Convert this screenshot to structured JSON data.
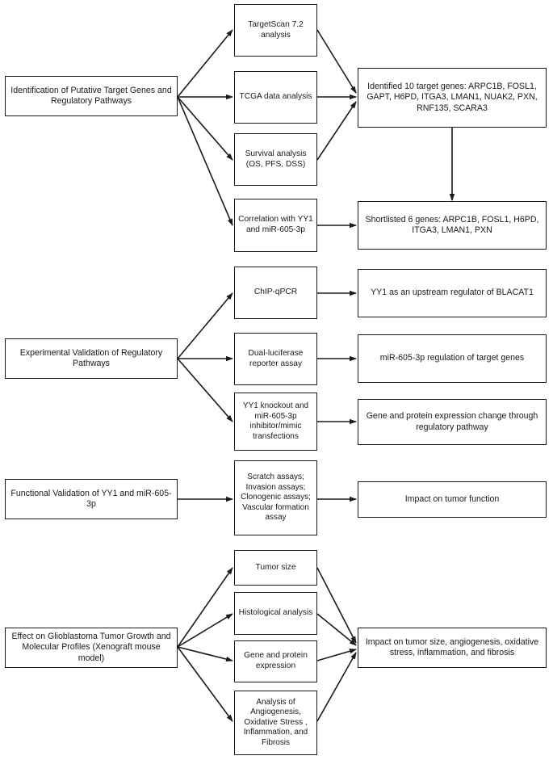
{
  "diagram": {
    "title": "Study workflow flowchart",
    "background_color": "#ffffff",
    "line_color": "#1a1a1a",
    "text_color": "#191919"
  },
  "nodes": {
    "stage1": "Identification of Putative Target Genes and Regulatory Pathways",
    "targetscan": "TargetScan 7.2 analysis",
    "tcga": "TCGA data analysis",
    "survival": "Survival analysis (OS, PFS, DSS)",
    "correlation": "Correlation with YY1 and miR-605-3p",
    "identified10": "Identified 10 target genes: ARPC1B, FOSL1, GAPT, H6PD, ITGA3, LMAN1, NUAK2, PXN, RNF135, SCARA3",
    "shortlisted6": "Shortlisted 6 genes: ARPC1B, FOSL1, H6PD, ITGA3, LMAN1, PXN",
    "stage2": "Experimental Validation of Regulatory Pathways",
    "chip": "ChIP-qPCR",
    "luciferase": "Dual-luciferase reporter assay",
    "knockout": "YY1 knockout and miR-605-3p inhibitor/mimic transfections",
    "yy1_upstream": "YY1 as an upstream regulator of BLACAT1",
    "mir_regulation": "miR-605-3p regulation of target genes",
    "expression_change": "Gene and protein expression change through regulatory pathway",
    "stage3": "Functional Validation of YY1 and miR-605-3p",
    "assays": "Scratch assays; Invasion assays; Clonogenic assays; Vascular formation assay",
    "tumor_function": "Impact on tumor function",
    "stage4": "Effect on Glioblastoma Tumor Growth and Molecular Profiles (Xenograft mouse model)",
    "tumor_size": "Tumor size",
    "histological": "Histological analysis",
    "gene_protein": "Gene and protein expression",
    "angiogenesis_analysis": "Analysis of Angiogenesis, Oxidative Stress , Inflammation, and Fibrosis",
    "impact_tumor": "Impact on tumor size, angiogenesis, oxidative stress, inflammation, and fibrosis"
  }
}
